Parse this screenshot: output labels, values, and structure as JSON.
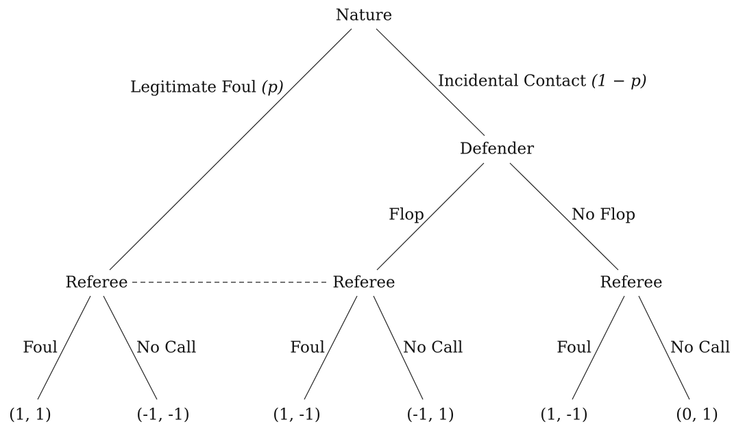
{
  "diagram": {
    "type": "game-tree",
    "nodes": {
      "nature": {
        "label": "Nature",
        "player": "Nature"
      },
      "defender": {
        "label": "Defender",
        "player": "Defender"
      },
      "referee_left": {
        "label": "Referee",
        "player": "Referee"
      },
      "referee_middle": {
        "label": "Referee",
        "player": "Referee"
      },
      "referee_right": {
        "label": "Referee",
        "player": "Referee"
      }
    },
    "edges": {
      "legit_foul": {
        "from": "nature",
        "to": "referee_left",
        "label": "Legitimate Foul",
        "prob": "(p)"
      },
      "incidental": {
        "from": "nature",
        "to": "defender",
        "label": "Incidental Contact",
        "prob": "(1 − p)"
      },
      "flop": {
        "from": "defender",
        "to": "referee_middle",
        "label": "Flop"
      },
      "no_flop": {
        "from": "defender",
        "to": "referee_right",
        "label": "No Flop"
      },
      "left_foul": {
        "from": "referee_left",
        "label": "Foul"
      },
      "left_nocall": {
        "from": "referee_left",
        "label": "No Call"
      },
      "mid_foul": {
        "from": "referee_middle",
        "label": "Foul"
      },
      "mid_nocall": {
        "from": "referee_middle",
        "label": "No Call"
      },
      "right_foul": {
        "from": "referee_right",
        "label": "Foul"
      },
      "right_nocall": {
        "from": "referee_right",
        "label": "No Call"
      }
    },
    "payoffs": {
      "left_foul": "(1, 1)",
      "left_nocall": "(-1, -1)",
      "mid_foul": "(1, -1)",
      "mid_nocall": "(-1, 1)",
      "right_foul": "(1, -1)",
      "right_nocall": "(0, 1)"
    },
    "information_sets": [
      {
        "nodes": [
          "referee_left",
          "referee_middle"
        ],
        "style": "dashed"
      }
    ]
  }
}
